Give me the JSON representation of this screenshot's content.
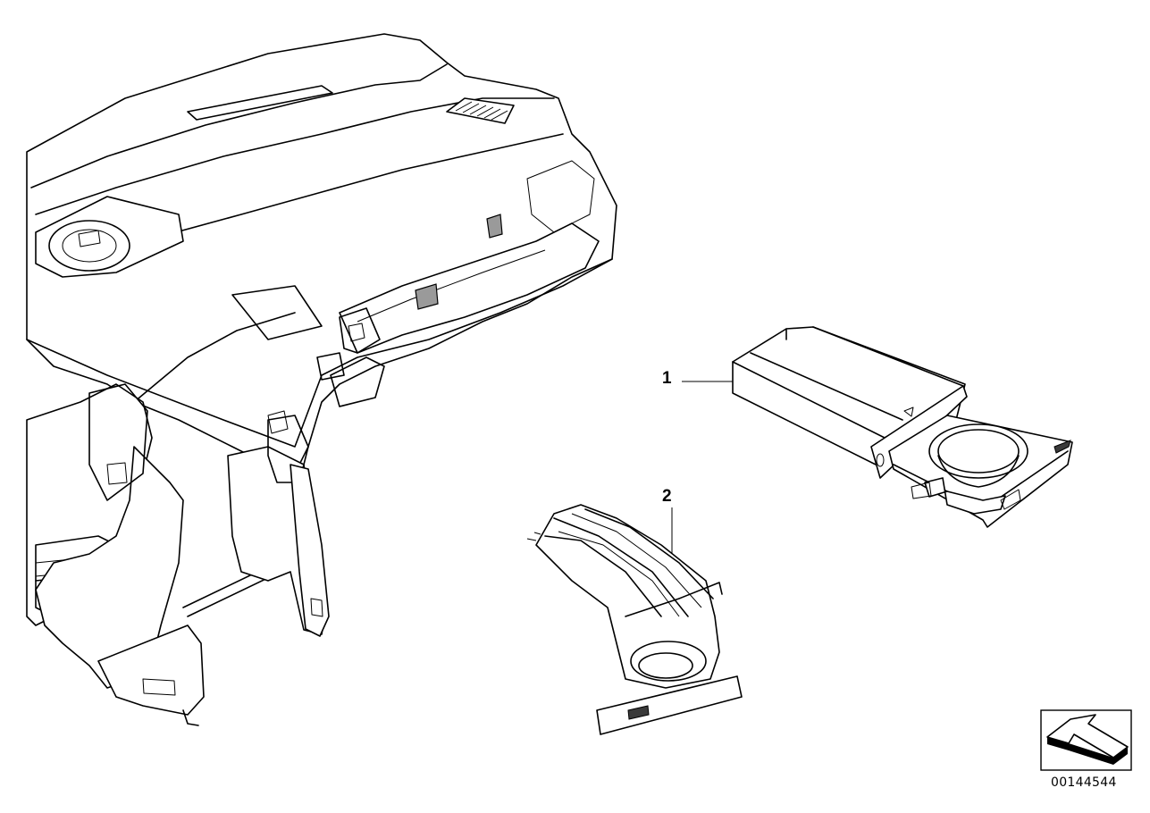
{
  "callouts": [
    {
      "number": "1",
      "part": "cupholder-tray"
    },
    {
      "number": "2",
      "part": "cupholder-insert"
    }
  ],
  "diagram_id": "00144544",
  "icons": [
    "direction-arrow-icon"
  ],
  "colors": {
    "line": "#000000",
    "background": "#ffffff"
  }
}
